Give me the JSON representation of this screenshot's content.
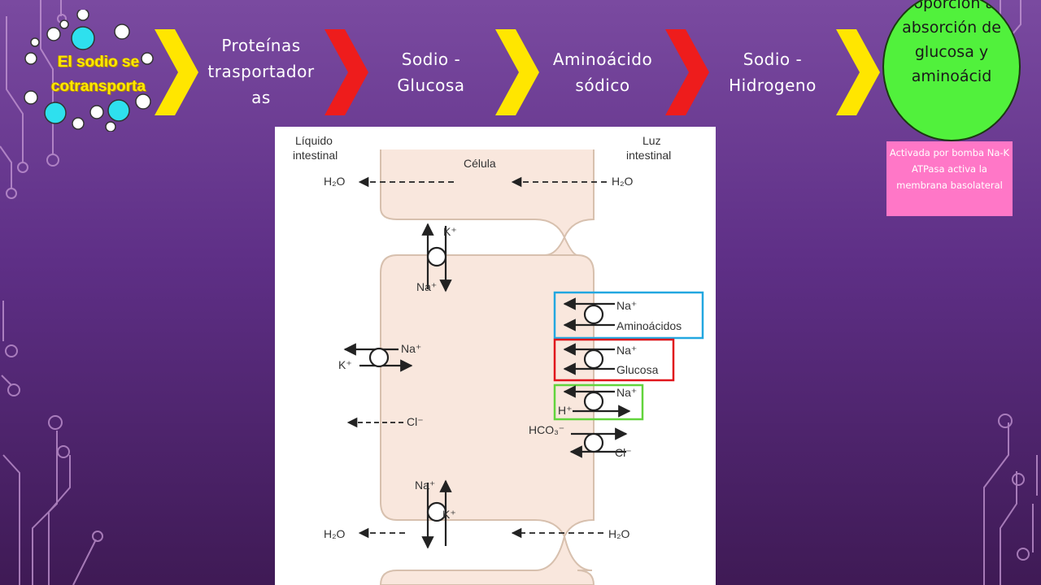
{
  "title": "El sodio se cotransporta",
  "steps": [
    {
      "label": "Proteínas trasportador as"
    },
    {
      "label": "Sodio - Glucosa"
    },
    {
      "label": "Aminoácido sódico"
    },
    {
      "label": "Sodio - Hidrogeno"
    }
  ],
  "result": {
    "label": "Proporcion an absorción de glucosa y aminoácid"
  },
  "note": "Activada por bomba Na-K ATPasa activa la membrana basolateral",
  "diagram": {
    "left_label": "Líquido intestinal",
    "right_label": "Luz intestinal",
    "cell_label": "Célula",
    "h2o": "H₂O",
    "k": "K⁺",
    "na": "Na⁺",
    "cl": "Cl⁻",
    "h": "H⁺",
    "hco3": "HCO₃⁻",
    "aminoacidos": "Aminoácidos",
    "glucosa": "Glucosa"
  },
  "colors": {
    "title": "#ffe800",
    "chevron_yellow": "#ffe600",
    "chevron_red": "#ee1c1c",
    "result_circle": "#51f13c",
    "note_box": "#ff77c7",
    "box_blue": "#22a7e0",
    "box_red": "#e0161c",
    "box_green": "#62d43c",
    "cell": "#f9e7dd"
  }
}
